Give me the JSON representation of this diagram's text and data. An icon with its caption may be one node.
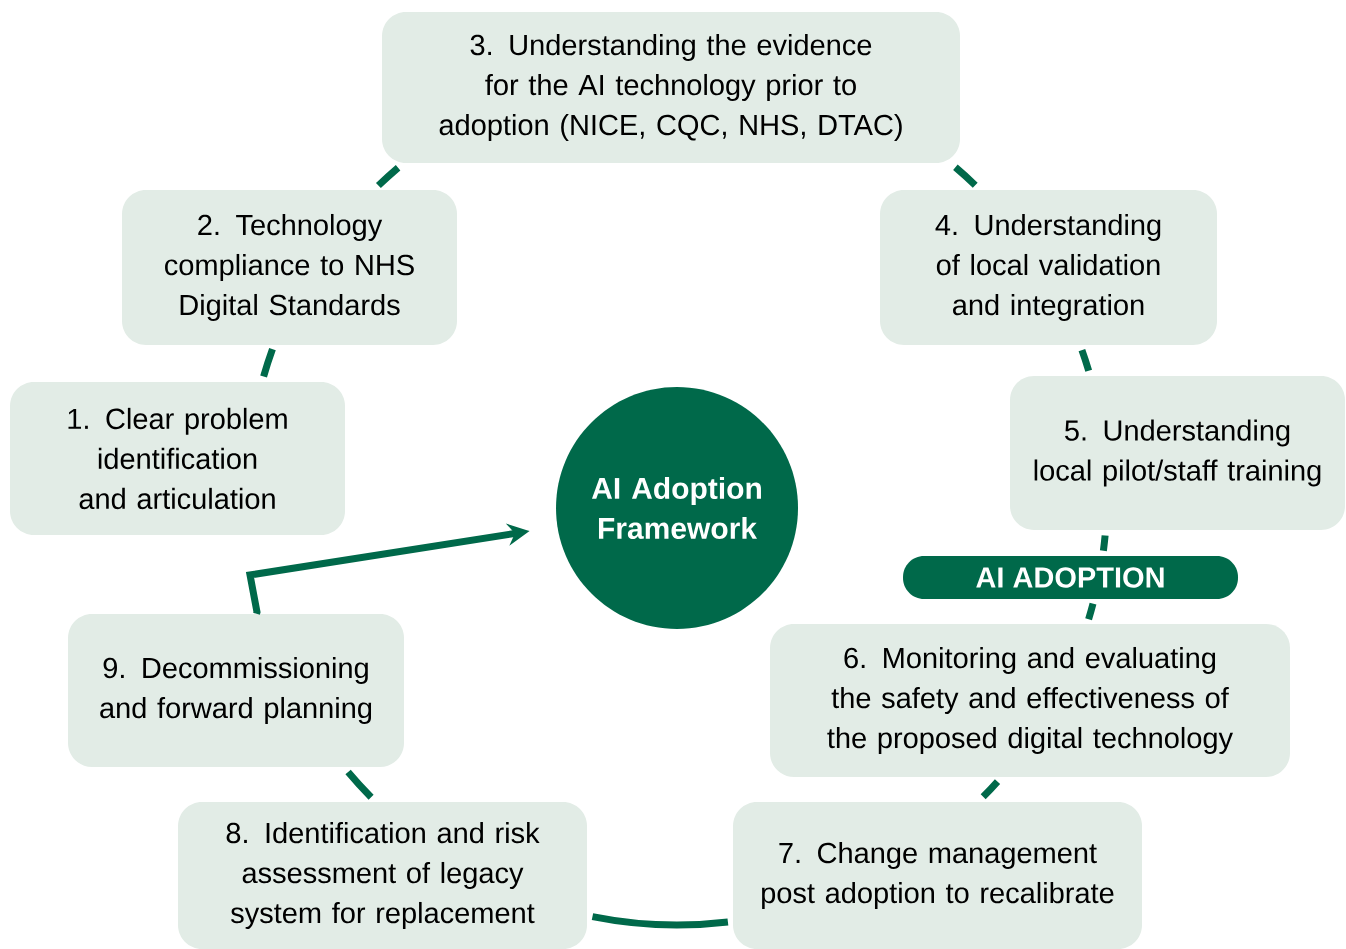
{
  "diagram": {
    "nodes": [
      {
        "text": [
          "1. Clear problem identification and articulation"
        ]
      },
      {
        "text": [
          "2. Technology compliance to NHS Digital Standards"
        ]
      },
      {
        "text": [
          "3. Understanding the evidence for the AI technology prior to adoption (NICE, CQC, NHS, DTAC)"
        ]
      },
      {
        "text": [
          "4. Understanding of local validation and integration"
        ]
      },
      {
        "text": [
          "5. Understanding local pilot/staff training"
        ]
      },
      {
        "text": [
          "6. Monitoring and evaluating the safety and effectiveness of the proposed digital technology"
        ]
      },
      {
        "text": [
          "7. Change management post adoption to recalibrate"
        ]
      },
      {
        "text": [
          "8. Identification and risk assessment of legacy system for replacement"
        ]
      },
      {
        "text": [
          "9. Decommissioning and forward planning"
        ]
      },
      {
        "text": [
          "AI ADOPTION"
        ]
      },
      {
        "text": [
          "AI Adoption Framework"
        ]
      }
    ],
    "edges": [
      {
        "from": 0,
        "to": 1,
        "arrow": "none"
      },
      {
        "from": 1,
        "to": 2,
        "arrow": "none"
      },
      {
        "from": 2,
        "to": 3,
        "arrow": "none"
      },
      {
        "from": 3,
        "to": 4,
        "arrow": "none"
      },
      {
        "from": 4,
        "to": 9,
        "arrow": "none"
      },
      {
        "from": 9,
        "to": 5,
        "arrow": "none"
      },
      {
        "from": 5,
        "to": 6,
        "arrow": "none"
      },
      {
        "from": 6,
        "to": 7,
        "arrow": "none"
      },
      {
        "from": 7,
        "to": 8,
        "arrow": "none"
      },
      {
        "from": 8,
        "to": 10,
        "arrow": "to"
      }
    ]
  }
}
